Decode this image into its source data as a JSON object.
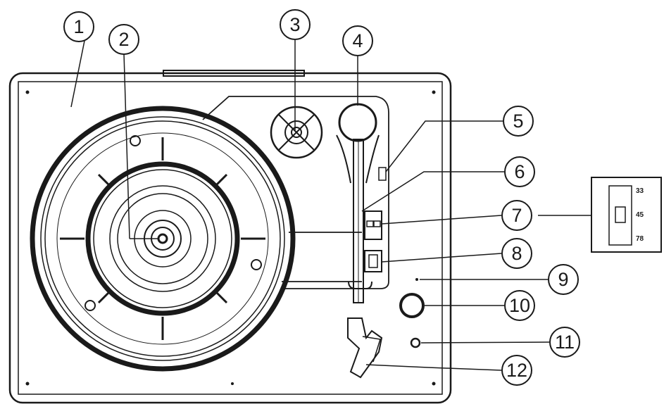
{
  "diagram": {
    "callouts": [
      "1",
      "2",
      "3",
      "4",
      "5",
      "6",
      "7",
      "8",
      "9",
      "10",
      "11",
      "12"
    ],
    "speed_selector": {
      "options": [
        "33",
        "45",
        "78"
      ],
      "selected": "45"
    }
  },
  "colors": {
    "ink": "#1a1a1a",
    "background": "#ffffff"
  }
}
